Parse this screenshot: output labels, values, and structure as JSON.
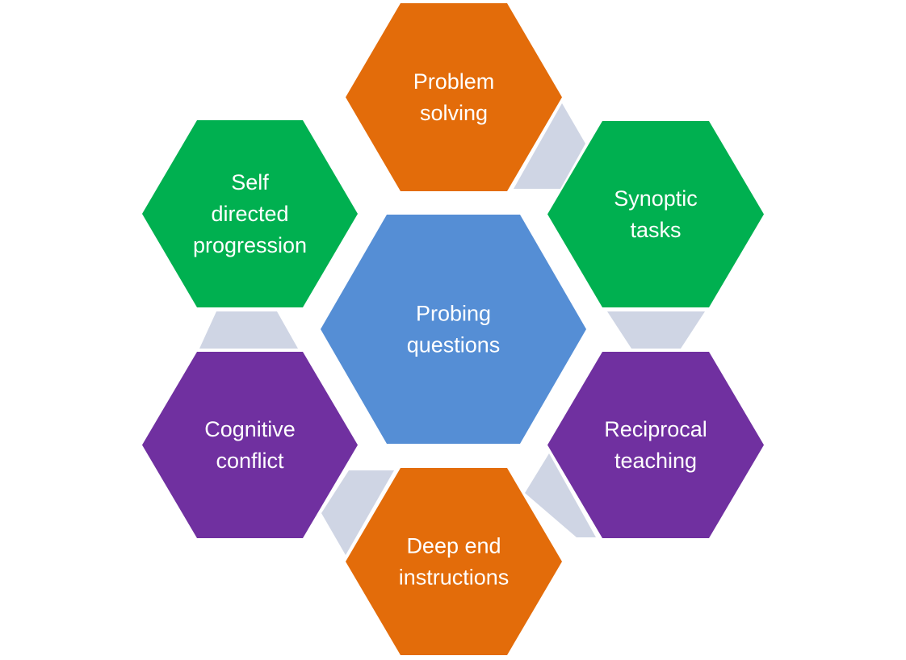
{
  "title": "Probing questions",
  "colors": {
    "center": "#558ED5",
    "orange": "#E36C0A",
    "green": "#00B050",
    "purple": "#7030A0",
    "connector": "#CFD5E4",
    "text": "#FFFFFF"
  },
  "center": {
    "id": "probing-questions",
    "lines": [
      "Probing",
      "questions"
    ],
    "color": "#558ED5"
  },
  "nodes": [
    {
      "id": "problem-solving",
      "lines": [
        "Problem",
        "solving"
      ],
      "color": "#E36C0A"
    },
    {
      "id": "synoptic-tasks",
      "lines": [
        "Synoptic",
        "tasks"
      ],
      "color": "#00B050"
    },
    {
      "id": "reciprocal-teaching",
      "lines": [
        "Reciprocal",
        "teaching"
      ],
      "color": "#7030A0"
    },
    {
      "id": "deep-end-instructions",
      "lines": [
        "Deep end",
        "instructions"
      ],
      "color": "#E36C0A"
    },
    {
      "id": "cognitive-conflict",
      "lines": [
        "Cognitive",
        "conflict"
      ],
      "color": "#7030A0"
    },
    {
      "id": "self-directed-progression",
      "lines": [
        "Self",
        "directed",
        "progression"
      ],
      "color": "#00B050"
    }
  ],
  "connectors": [
    {
      "from": "problem-solving",
      "to": "synoptic-tasks"
    },
    {
      "from": "synoptic-tasks",
      "to": "reciprocal-teaching"
    },
    {
      "from": "reciprocal-teaching",
      "to": "deep-end-instructions"
    },
    {
      "from": "deep-end-instructions",
      "to": "cognitive-conflict"
    },
    {
      "from": "cognitive-conflict",
      "to": "self-directed-progression"
    }
  ]
}
